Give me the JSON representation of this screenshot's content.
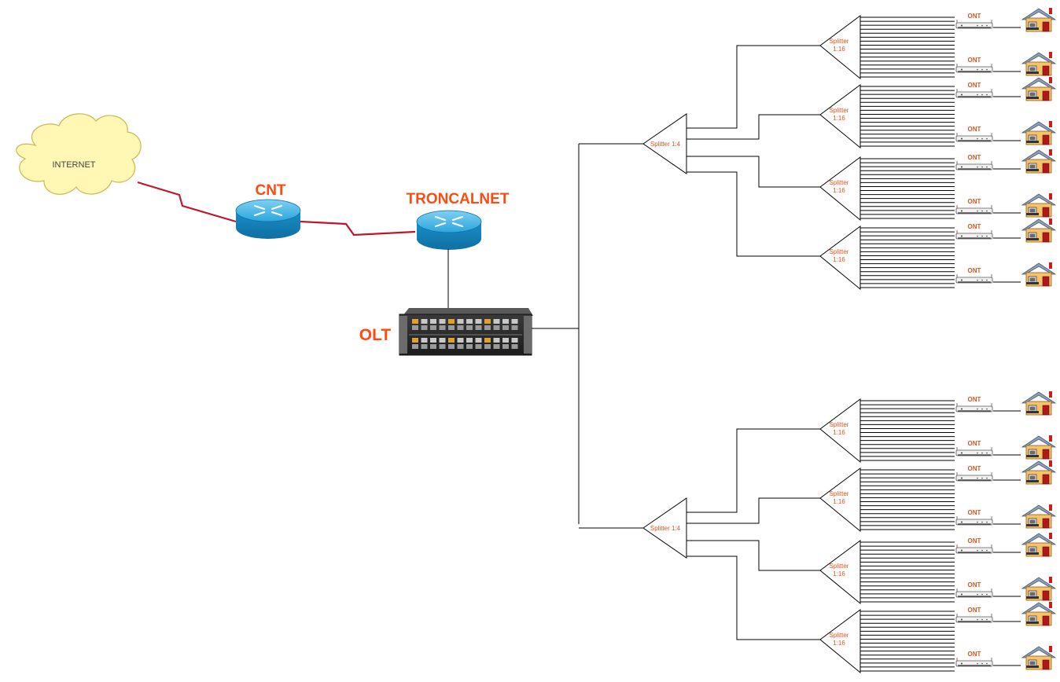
{
  "internet": {
    "label": "INTERNET"
  },
  "routers": [
    {
      "id": "cnt",
      "label": "CNT"
    },
    {
      "id": "troncalnet",
      "label": "TRONCALNET"
    }
  ],
  "olt": {
    "label": "OLT"
  },
  "splitter_groups": [
    {
      "primary_label": "Splitter 1:4",
      "secondary": [
        {
          "line1": "Splitter",
          "line2": "1:16"
        },
        {
          "line1": "Splitter",
          "line2": "1:16"
        },
        {
          "line1": "Splitter",
          "line2": "1:16"
        },
        {
          "line1": "Splitter",
          "line2": "1:16"
        }
      ]
    },
    {
      "primary_label": "Splitter 1:4",
      "secondary": [
        {
          "line1": "Splitter",
          "line2": "1:16"
        },
        {
          "line1": "Splitter",
          "line2": "1:16"
        },
        {
          "line1": "Splitter",
          "line2": "1:16"
        },
        {
          "line1": "Splitter",
          "line2": "1:16"
        }
      ]
    }
  ],
  "ont_label": "ONT",
  "colors": {
    "label_red": "#ff4a12",
    "splitter_text": "#e8501a",
    "cloud_fill": "#fff7b3",
    "router_blue": "#1a9bd6",
    "wan_link": "#c0162c",
    "house_wall": "#f6c26a",
    "house_roof": "#8fa1b8"
  }
}
